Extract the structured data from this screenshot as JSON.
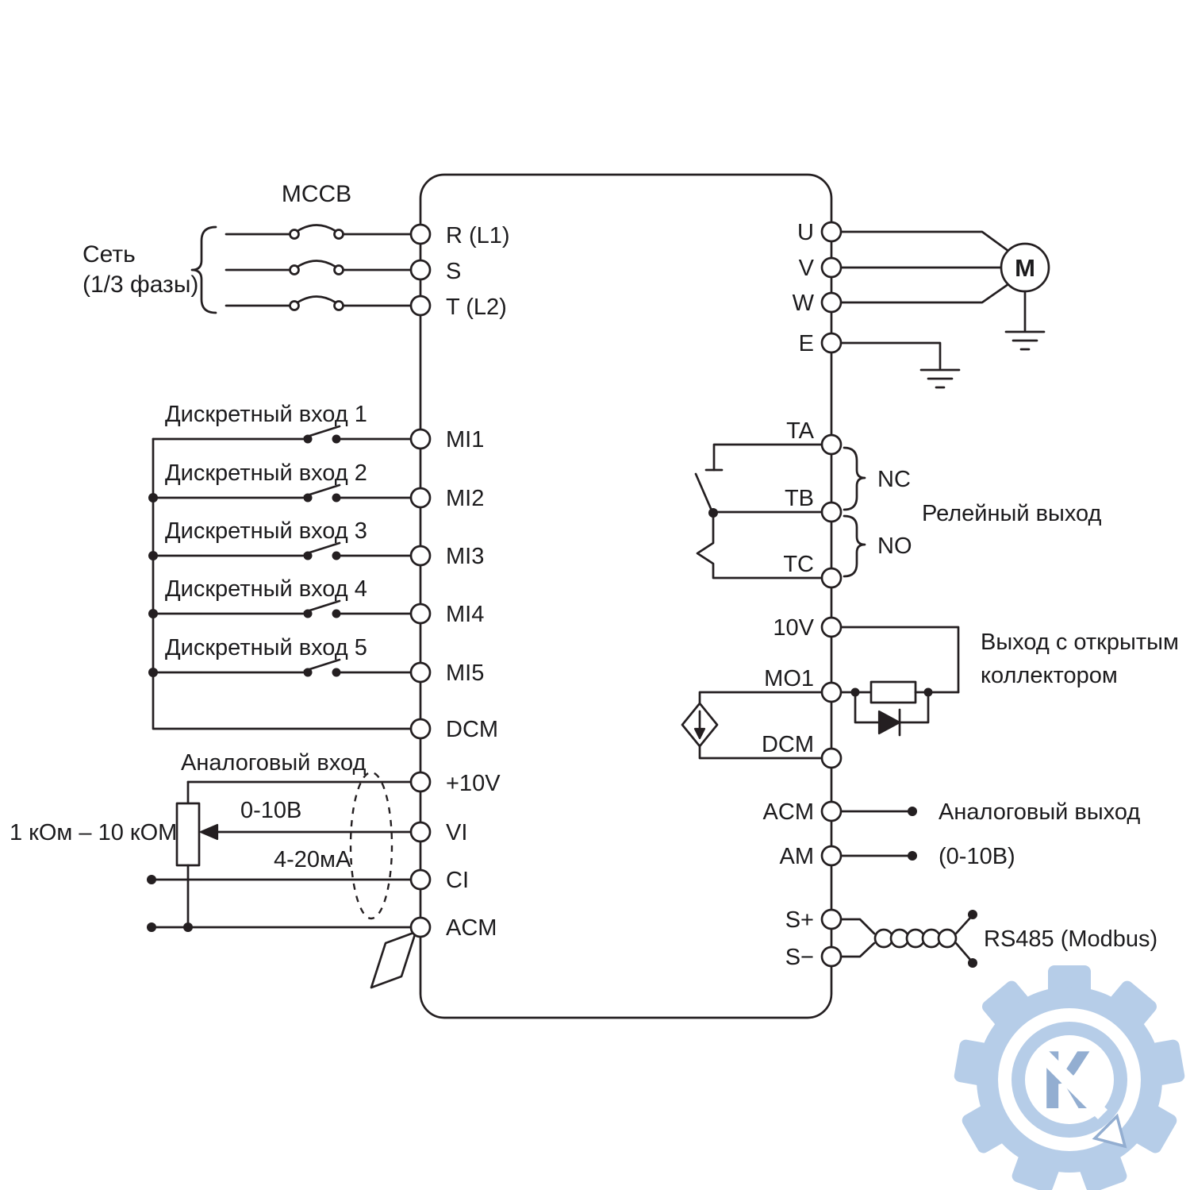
{
  "power_input": {
    "breaker_label": "MCCB",
    "net_line1": "Сеть",
    "net_line2": "(1/3 фазы)"
  },
  "discrete_inputs": {
    "items": [
      "Дискретный вход 1",
      "Дискретный вход 2",
      "Дискретный вход 3",
      "Дискретный вход 4",
      "Дискретный вход 5"
    ]
  },
  "analog_input": {
    "title": "Аналоговый вход",
    "pot_label": "1 кОм – 10 кОМ",
    "voltage_range": "0-10В",
    "current_range": "4-20мА"
  },
  "inverter": {
    "left_terminals": [
      "R (L1)",
      "S",
      "T (L2)",
      "MI1",
      "MI2",
      "MI3",
      "MI4",
      "MI5",
      "DCM",
      "+10V",
      "VI",
      "CI",
      "ACM"
    ],
    "right_terminals": [
      "U",
      "V",
      "W",
      "E",
      "TA",
      "TB",
      "TC",
      "10V",
      "MO1",
      "DCM",
      "ACM",
      "AM",
      "S+",
      "S−"
    ]
  },
  "motor": {
    "label": "M"
  },
  "relay_output": {
    "nc": "NC",
    "no": "NO",
    "label": "Релейный выход"
  },
  "open_collector": {
    "line1": "Выход с открытым",
    "line2": "коллектором"
  },
  "analog_output": {
    "label": "Аналоговый выход",
    "range": "(0-10В)"
  },
  "rs485": {
    "label": "RS485 (Modbus)"
  },
  "watermark": {
    "letter": "К"
  },
  "colors": {
    "line": "#241f21",
    "watermark_blue": "#b6cde8",
    "watermark_dark": "#93aed1"
  }
}
